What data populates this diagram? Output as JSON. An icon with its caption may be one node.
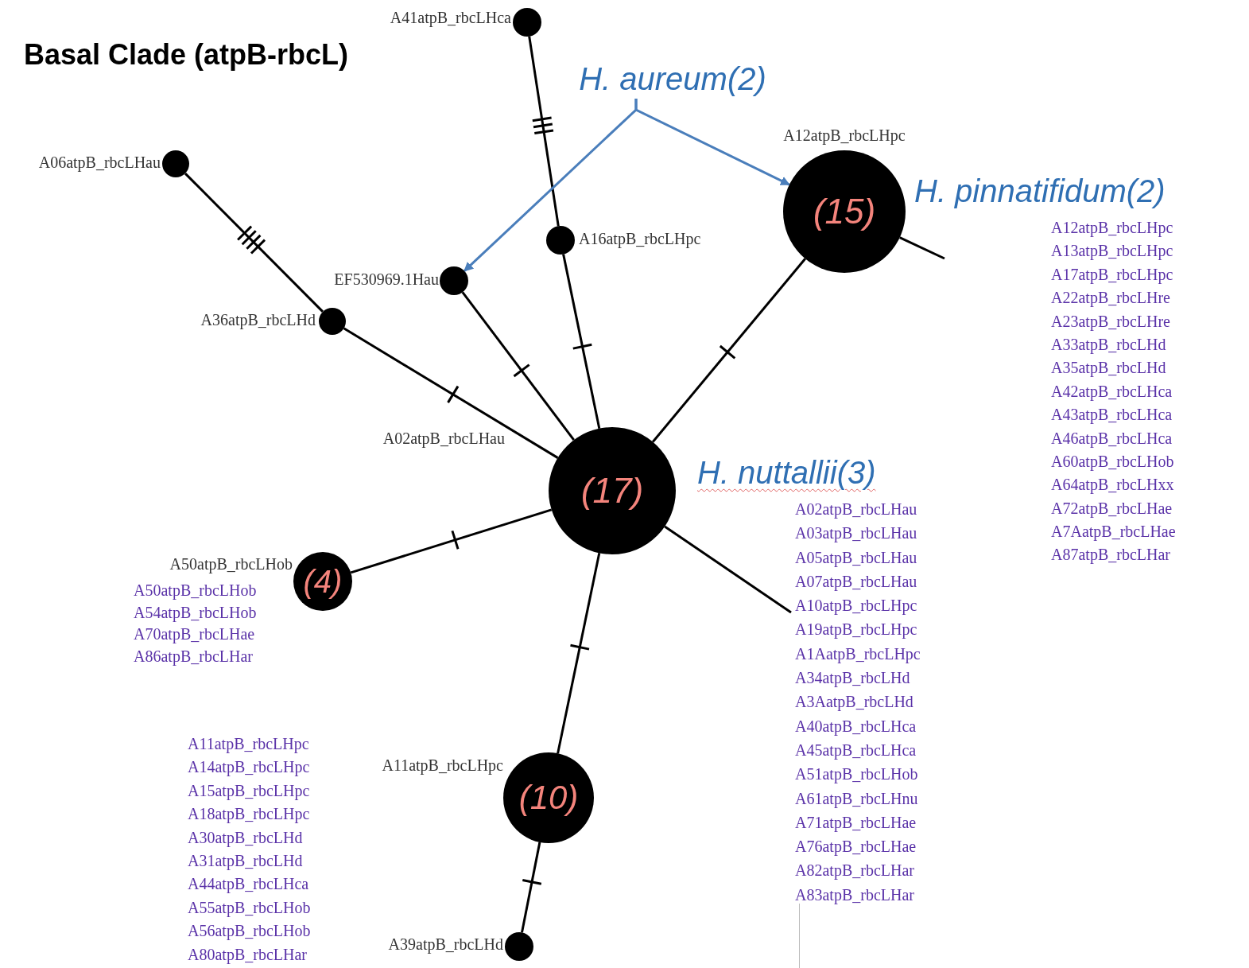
{
  "diagram": {
    "title": "Basal Clade (atpB-rbcL)",
    "nodes": [
      {
        "text": [
          "(17)"
        ],
        "beside": [
          "A02atpB_rbcLHau",
          "A02atpB_rbcLHau",
          "A03atpB_rbcLHau",
          "A05atpB_rbcLHau",
          "A07atpB_rbcLHau",
          "A10atpB_rbcLHpc",
          "A19atpB_rbcLHpc",
          "A1AatpB_rbcLHpc",
          "A34atpB_rbcLHd",
          "A3AatpB_rbcLHd",
          "A40atpB_rbcLHca",
          "A45atpB_rbcLHca",
          "A51atpB_rbcLHob",
          "A61atpB_rbcLHnu",
          "A71atpB_rbcLHae",
          "A76atpB_rbcLHae",
          "A82atpB_rbcLHar",
          "A83atpB_rbcLHar"
        ]
      },
      {
        "text": [],
        "shape": "circle",
        "beside": [
          "A41atpB_rbcLHca"
        ]
      },
      {
        "text": [],
        "shape": "circle",
        "beside": [
          "A06atpB_rbcLHau"
        ]
      },
      {
        "text": [
          "(15)"
        ],
        "beside": [
          "A12atpB_rbcLHpc",
          "A12atpB_rbcLHpc",
          "A13atpB_rbcLHpc",
          "A17atpB_rbcLHpc",
          "A22atpB_rbcLHre",
          "A23atpB_rbcLHre",
          "A33atpB_rbcLHd",
          "A35atpB_rbcLHd",
          "A42atpB_rbcLHca",
          "A43atpB_rbcLHca",
          "A46atpB_rbcLHca",
          "A60atpB_rbcLHob",
          "A64atpB_rbcLHxx",
          "A72atpB_rbcLHae",
          "A7AatpB_rbcLHae",
          "A87atpB_rbcLHar"
        ]
      },
      {
        "text": [],
        "shape": "circle",
        "beside": [
          "A16atpB_rbcLHpc"
        ]
      },
      {
        "text": [],
        "shape": "circle",
        "beside": [
          "EF530969.1Hau"
        ]
      },
      {
        "text": [],
        "shape": "circle",
        "beside": [
          "A36atpB_rbcLHd"
        ]
      },
      {
        "text": [
          "(4)"
        ],
        "beside": [
          "A50atpB_rbcLHob",
          "A50atpB_rbcLHob",
          "A54atpB_rbcLHob",
          "A70atpB_rbcLHae",
          "A86atpB_rbcLHar"
        ]
      },
      {
        "text": [
          "(10)"
        ],
        "beside": [
          "A11atpB_rbcLHpc",
          "A11atpB_rbcLHpc",
          "A14atpB_rbcLHpc",
          "A15atpB_rbcLHpc",
          "A18atpB_rbcLHpc",
          "A30atpB_rbcLHd",
          "A31atpB_rbcLHd",
          "A44atpB_rbcLHca",
          "A55atpB_rbcLHob",
          "A56atpB_rbcLHob",
          "A80atpB_rbcLHar"
        ]
      },
      {
        "text": [],
        "shape": "circle",
        "beside": [
          "A39atpB_rbcLHd"
        ]
      },
      {
        "text": [
          "H. aureum(2)"
        ]
      }
    ],
    "edges": [
      {
        "from": 1,
        "to": 4,
        "arrow": "none"
      },
      {
        "from": 4,
        "to": 0,
        "arrow": "none"
      },
      {
        "from": 2,
        "to": 6,
        "arrow": "none"
      },
      {
        "from": 6,
        "to": 0,
        "arrow": "none"
      },
      {
        "from": 5,
        "to": 0,
        "arrow": "none"
      },
      {
        "from": 3,
        "to": 0,
        "arrow": "none"
      },
      {
        "from": 3,
        "to": null,
        "arrow": "none"
      },
      {
        "from": 7,
        "to": 0,
        "arrow": "none"
      },
      {
        "from": 0,
        "to": null,
        "arrow": "none"
      },
      {
        "from": 0,
        "to": 8,
        "arrow": "none"
      },
      {
        "from": 8,
        "to": 9,
        "arrow": "none"
      },
      {
        "from": 10,
        "to": 5,
        "arrow": "to",
        "color": "#4a7ebb"
      },
      {
        "from": 10,
        "to": 3,
        "arrow": "to",
        "color": "#4a7ebb"
      }
    ],
    "labels": [
      "H. pinnatifidum(2)",
      "H. nuttallii(3)"
    ]
  }
}
